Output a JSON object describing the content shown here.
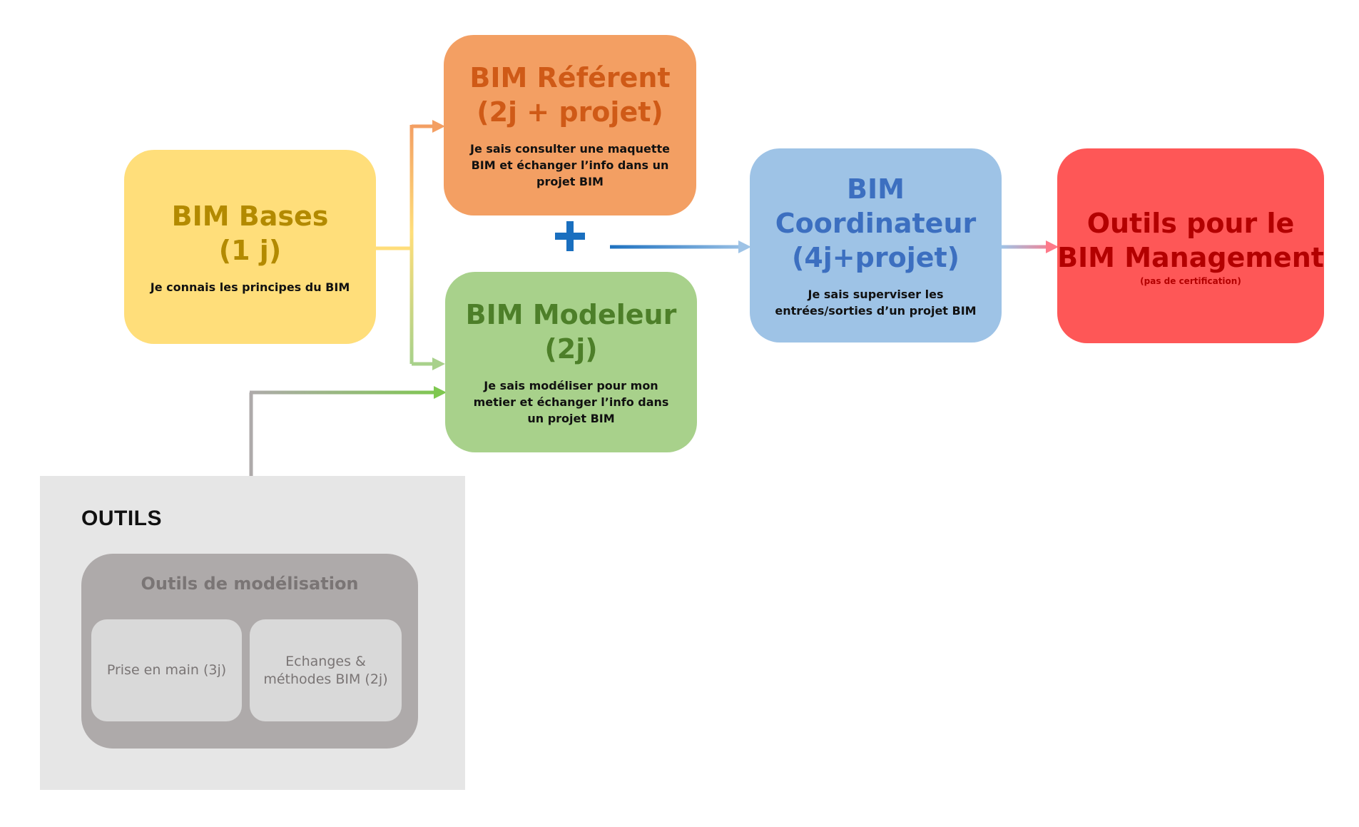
{
  "boxes": {
    "bases": {
      "title_line1": "BIM Bases",
      "title_line2": "(1 j)",
      "description": "Je connais les principes du BIM",
      "color": "#ffde7a"
    },
    "referent": {
      "title_line1": "BIM Référent",
      "title_line2": "(2j + projet)",
      "description": "Je sais consulter une maquette BIM et échanger l’info dans un projet BIM",
      "color": "#f39f63"
    },
    "modeleur": {
      "title_line1": "BIM Modeleur",
      "title_line2": "(2j)",
      "description": "Je sais modéliser pour mon metier et échanger l’info dans un projet BIM",
      "color": "#a8d18b"
    },
    "coordinateur": {
      "title_line1": "BIM Coordinateur",
      "title_line2": "(4j+projet)",
      "description": "Je sais superviser les entrées/sorties d’un projet BIM",
      "color": "#9ec3e6"
    },
    "management": {
      "title_line1": "Outils pour le",
      "title_line2": "BIM Management",
      "note": "(pas de certification)",
      "color": "#fe5757"
    }
  },
  "plus_color": "#1a6fbf",
  "outils": {
    "heading": "OUTILS",
    "group_title": "Outils de modélisation",
    "items": [
      {
        "label": "Prise en main (3j)"
      },
      {
        "label": "Echanges & méthodes BIM (2j)"
      }
    ]
  }
}
